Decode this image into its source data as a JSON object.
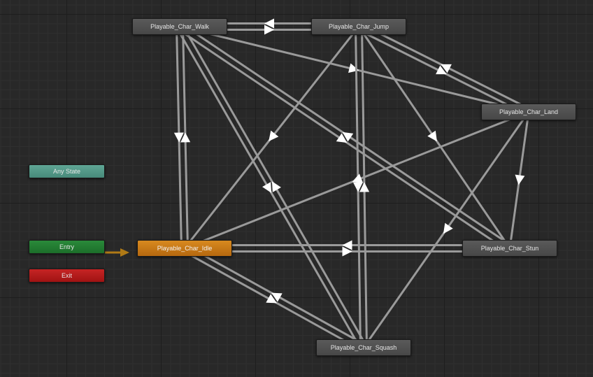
{
  "states": {
    "walk": "Playable_Char_Walk",
    "jump": "Playable_Char_Jump",
    "land": "Playable_Char_Land",
    "idle": "Playable_Char_Idle",
    "stun": "Playable_Char_Stun",
    "squash": "Playable_Char_Squash"
  },
  "special": {
    "any_state": "Any State",
    "entry": "Entry",
    "exit": "Exit"
  },
  "transitions": [
    [
      "walk",
      "jump"
    ],
    [
      "walk",
      "idle"
    ],
    [
      "idle",
      "walk"
    ],
    [
      "walk",
      "land"
    ],
    [
      "walk",
      "stun"
    ],
    [
      "walk",
      "squash"
    ],
    [
      "jump",
      "walk"
    ],
    [
      "jump",
      "land"
    ],
    [
      "jump",
      "idle"
    ],
    [
      "jump",
      "squash"
    ],
    [
      "jump",
      "stun"
    ],
    [
      "land",
      "idle"
    ],
    [
      "land",
      "stun"
    ],
    [
      "land",
      "squash"
    ],
    [
      "land",
      "jump"
    ],
    [
      "idle",
      "stun"
    ],
    [
      "stun",
      "idle"
    ],
    [
      "idle",
      "squash"
    ],
    [
      "squash",
      "idle"
    ],
    [
      "stun",
      "walk"
    ],
    [
      "squash",
      "walk"
    ],
    [
      "squash",
      "jump"
    ]
  ],
  "colors": {
    "background": "#282828",
    "transition": "#9a9a9a",
    "entry_link": "#b07a16",
    "default_state": "#c97a17"
  }
}
